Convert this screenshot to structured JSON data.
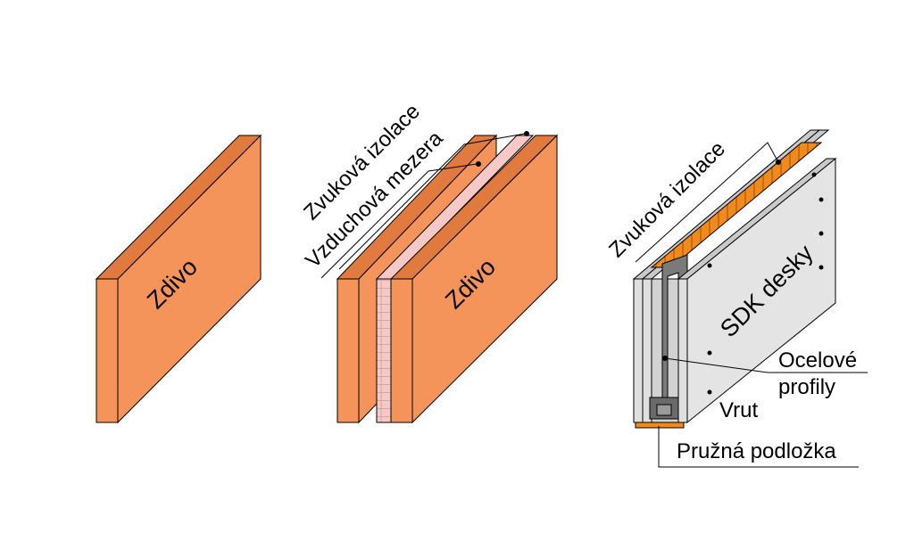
{
  "colors": {
    "brick": "#f4935a",
    "brick_dark": "#e07a3e",
    "insulation": "#f7c9c6",
    "board": "#dfdfdf",
    "board_dark": "#c9c9c9",
    "profile": "#7a7a7a",
    "profile_dark": "#5a5a5a",
    "orange_insulation": "#f08a1c",
    "line": "#000000"
  },
  "wall1": {
    "label": "Zdivo"
  },
  "wall2": {
    "label": "Zdivo",
    "callout_top": "Zvuková izolace",
    "callout_bottom": "Vzduchová mezera"
  },
  "wall3": {
    "callout_insulation": "Zvuková izolace",
    "board_label": "SDK desky",
    "profiles_line1": "Ocelové",
    "profiles_line2": "profily",
    "screw_label": "Vrut",
    "pad_label": "Pružná podložka"
  }
}
